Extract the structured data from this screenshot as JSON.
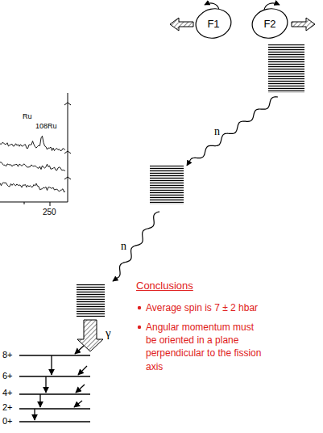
{
  "diagram": {
    "nodes": [
      {
        "text": [
          "F1"
        ]
      },
      {
        "text": [
          "F2"
        ]
      }
    ],
    "labels": [
      "Ru",
      "108Ru",
      "250",
      "n",
      "n",
      "γ",
      "8+",
      "6+",
      "4+",
      "2+",
      "0+",
      "Conclusions",
      "Average spin is 7 ± 2 hbar",
      "Angular momentum must be oriented in a plane perpendicular to the fission axis"
    ]
  }
}
